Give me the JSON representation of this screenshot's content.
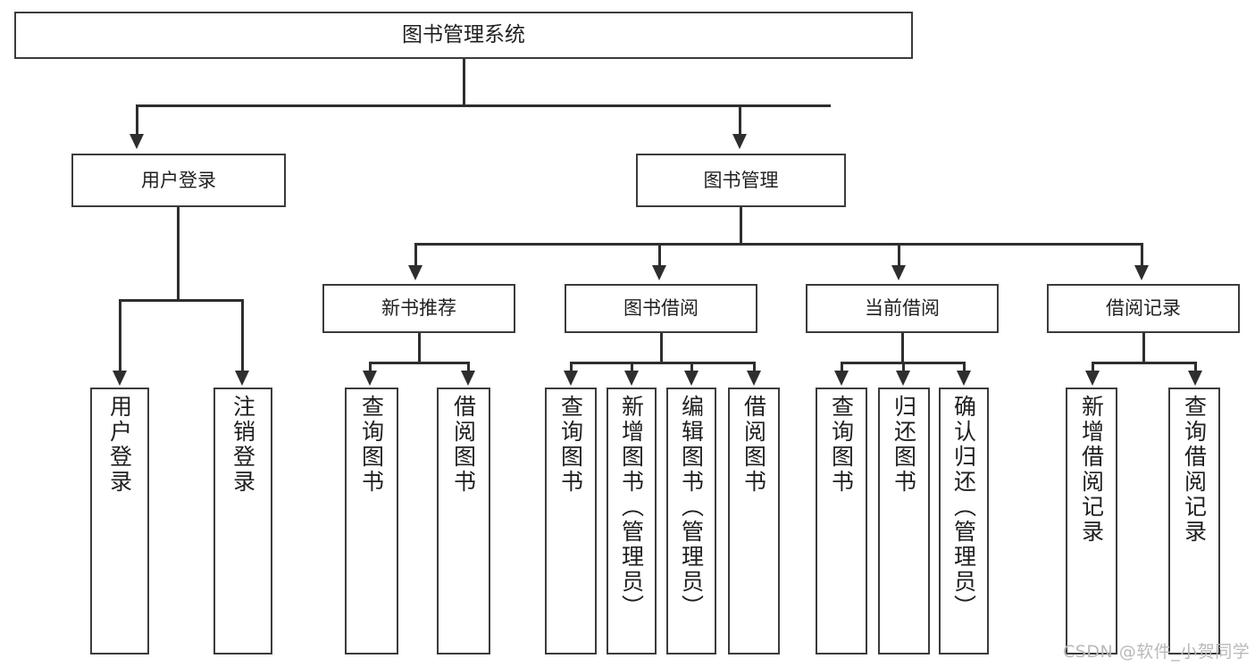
{
  "diagram": {
    "type": "tree-hierarchy",
    "title": "图书管理系统",
    "watermark": "CSDN @软件_小贺同学",
    "colors": {
      "box_border": "#3b3b3b",
      "connector": "#2e2e2e",
      "background": "#ffffff",
      "text": "#1f1f1f",
      "watermark": "#b9b9b9"
    }
  },
  "nodes": {
    "root": {
      "label": "图书管理系统"
    },
    "level2": [
      {
        "id": "user-login",
        "label": "用户登录"
      },
      {
        "id": "book-manage",
        "label": "图书管理"
      }
    ],
    "level3": [
      {
        "id": "new-book-recommend",
        "label": "新书推荐"
      },
      {
        "id": "book-borrow",
        "label": "图书借阅"
      },
      {
        "id": "current-borrow",
        "label": "当前借阅"
      },
      {
        "id": "borrow-record",
        "label": "借阅记录"
      }
    ],
    "leaves": [
      {
        "id": "leaf-user-login",
        "parent": "user-login",
        "label": "用户登录"
      },
      {
        "id": "leaf-logout",
        "parent": "user-login",
        "label": "注销登录"
      },
      {
        "id": "leaf-query-book-1",
        "parent": "new-book-recommend",
        "label": "查询图书"
      },
      {
        "id": "leaf-borrow-book-1",
        "parent": "new-book-recommend",
        "label": "借阅图书"
      },
      {
        "id": "leaf-query-book-2",
        "parent": "book-borrow",
        "label": "查询图书"
      },
      {
        "id": "leaf-add-book",
        "parent": "book-borrow",
        "label": "新增图书（管理员）"
      },
      {
        "id": "leaf-edit-book",
        "parent": "book-borrow",
        "label": "编辑图书（管理员）"
      },
      {
        "id": "leaf-borrow-book-2",
        "parent": "book-borrow",
        "label": "借阅图书"
      },
      {
        "id": "leaf-query-book-3",
        "parent": "current-borrow",
        "label": "查询图书"
      },
      {
        "id": "leaf-return-book",
        "parent": "current-borrow",
        "label": "归还图书"
      },
      {
        "id": "leaf-confirm-return",
        "parent": "current-borrow",
        "label": "确认归还（管理员）"
      },
      {
        "id": "leaf-add-record",
        "parent": "borrow-record",
        "label": "新增借阅记录"
      },
      {
        "id": "leaf-query-record",
        "parent": "borrow-record",
        "label": "查询借阅记录"
      }
    ]
  }
}
